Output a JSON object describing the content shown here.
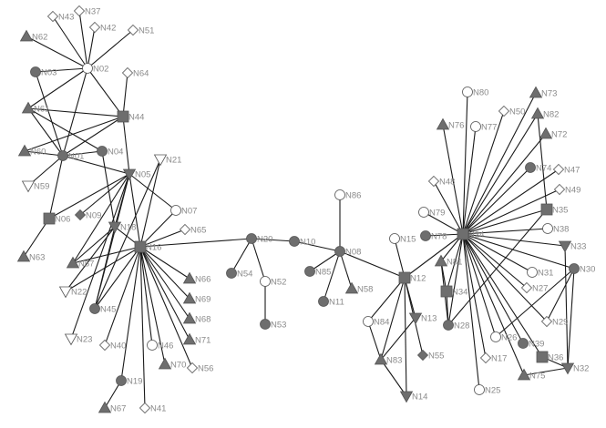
{
  "colors": {
    "filled": "#6e6e6e",
    "open": "#ffffff",
    "stroke": "#555555",
    "edge": "#1a1a1a",
    "label": "#8a8a8a"
  },
  "nodes": [
    {
      "id": "N43",
      "shape": "diamond",
      "filled": false
    },
    {
      "id": "N37",
      "shape": "diamond",
      "filled": false
    },
    {
      "id": "N42",
      "shape": "diamond",
      "filled": false
    },
    {
      "id": "N51",
      "shape": "diamond",
      "filled": false
    },
    {
      "id": "N62",
      "shape": "triangle",
      "filled": true
    },
    {
      "id": "N02",
      "shape": "circle",
      "filled": false
    },
    {
      "id": "N03",
      "shape": "circle",
      "filled": true
    },
    {
      "id": "N64",
      "shape": "diamond",
      "filled": false
    },
    {
      "id": "N61",
      "shape": "triangle",
      "filled": true
    },
    {
      "id": "N44",
      "shape": "square",
      "filled": true
    },
    {
      "id": "N60",
      "shape": "triangle",
      "filled": true
    },
    {
      "id": "N01",
      "shape": "circle",
      "filled": true
    },
    {
      "id": "N04",
      "shape": "circle",
      "filled": true
    },
    {
      "id": "N21",
      "shape": "triangle-down",
      "filled": false
    },
    {
      "id": "N05",
      "shape": "triangle-down",
      "filled": true
    },
    {
      "id": "N59",
      "shape": "triangle-down",
      "filled": false
    },
    {
      "id": "N07",
      "shape": "circle",
      "filled": false
    },
    {
      "id": "N06",
      "shape": "square",
      "filled": true
    },
    {
      "id": "N09",
      "shape": "diamond",
      "filled": true
    },
    {
      "id": "N18",
      "shape": "triangle-down",
      "filled": true
    },
    {
      "id": "N65",
      "shape": "diamond",
      "filled": false
    },
    {
      "id": "N16",
      "shape": "square",
      "filled": true
    },
    {
      "id": "N63",
      "shape": "triangle",
      "filled": true
    },
    {
      "id": "N57",
      "shape": "triangle",
      "filled": true
    },
    {
      "id": "N66",
      "shape": "triangle",
      "filled": true
    },
    {
      "id": "N22",
      "shape": "triangle-down",
      "filled": false
    },
    {
      "id": "N69",
      "shape": "triangle",
      "filled": true
    },
    {
      "id": "N45",
      "shape": "circle",
      "filled": true
    },
    {
      "id": "N68",
      "shape": "triangle",
      "filled": true
    },
    {
      "id": "N71",
      "shape": "triangle",
      "filled": true
    },
    {
      "id": "N23",
      "shape": "triangle-down",
      "filled": false
    },
    {
      "id": "N40",
      "shape": "diamond",
      "filled": false
    },
    {
      "id": "N46",
      "shape": "circle",
      "filled": false
    },
    {
      "id": "N70",
      "shape": "triangle",
      "filled": true
    },
    {
      "id": "N56",
      "shape": "diamond",
      "filled": false
    },
    {
      "id": "N19",
      "shape": "circle",
      "filled": true
    },
    {
      "id": "N67",
      "shape": "triangle",
      "filled": true
    },
    {
      "id": "N41",
      "shape": "diamond",
      "filled": false
    },
    {
      "id": "N20",
      "shape": "circle",
      "filled": true
    },
    {
      "id": "N10",
      "shape": "circle",
      "filled": true
    },
    {
      "id": "N54",
      "shape": "circle",
      "filled": true
    },
    {
      "id": "N52",
      "shape": "circle",
      "filled": false
    },
    {
      "id": "N53",
      "shape": "circle",
      "filled": true
    },
    {
      "id": "N86",
      "shape": "circle",
      "filled": false
    },
    {
      "id": "N08",
      "shape": "circle",
      "filled": true
    },
    {
      "id": "N85",
      "shape": "circle",
      "filled": true
    },
    {
      "id": "N58",
      "shape": "triangle",
      "filled": true
    },
    {
      "id": "N11",
      "shape": "circle",
      "filled": true
    },
    {
      "id": "N15",
      "shape": "circle",
      "filled": false
    },
    {
      "id": "N12",
      "shape": "square",
      "filled": true
    },
    {
      "id": "N84",
      "shape": "circle",
      "filled": false
    },
    {
      "id": "N13",
      "shape": "triangle-down",
      "filled": true
    },
    {
      "id": "N83",
      "shape": "triangle",
      "filled": true
    },
    {
      "id": "N55",
      "shape": "diamond",
      "filled": true
    },
    {
      "id": "N14",
      "shape": "triangle-down",
      "filled": true
    },
    {
      "id": "N80",
      "shape": "circle",
      "filled": false
    },
    {
      "id": "N73",
      "shape": "triangle",
      "filled": true
    },
    {
      "id": "N50",
      "shape": "diamond",
      "filled": false
    },
    {
      "id": "N82",
      "shape": "triangle",
      "filled": true
    },
    {
      "id": "N76",
      "shape": "triangle",
      "filled": true
    },
    {
      "id": "N77",
      "shape": "circle",
      "filled": false
    },
    {
      "id": "N72",
      "shape": "triangle",
      "filled": true
    },
    {
      "id": "N74",
      "shape": "circle",
      "filled": true
    },
    {
      "id": "N47",
      "shape": "diamond",
      "filled": false
    },
    {
      "id": "N48",
      "shape": "diamond",
      "filled": false
    },
    {
      "id": "N49",
      "shape": "diamond",
      "filled": false
    },
    {
      "id": "N79",
      "shape": "circle",
      "filled": false
    },
    {
      "id": "N35",
      "shape": "square",
      "filled": true
    },
    {
      "id": "N24",
      "shape": "square",
      "filled": true
    },
    {
      "id": "N78",
      "shape": "circle",
      "filled": true
    },
    {
      "id": "N38",
      "shape": "circle",
      "filled": false
    },
    {
      "id": "N33",
      "shape": "triangle-down",
      "filled": true
    },
    {
      "id": "N81",
      "shape": "triangle",
      "filled": true
    },
    {
      "id": "N30",
      "shape": "circle",
      "filled": true
    },
    {
      "id": "N31",
      "shape": "circle",
      "filled": false
    },
    {
      "id": "N34",
      "shape": "square",
      "filled": true
    },
    {
      "id": "N27",
      "shape": "diamond",
      "filled": false
    },
    {
      "id": "N28",
      "shape": "circle",
      "filled": true
    },
    {
      "id": "N29",
      "shape": "diamond",
      "filled": false
    },
    {
      "id": "N26",
      "shape": "circle",
      "filled": false
    },
    {
      "id": "N39",
      "shape": "circle",
      "filled": true
    },
    {
      "id": "N36",
      "shape": "square",
      "filled": true
    },
    {
      "id": "N17",
      "shape": "diamond",
      "filled": false
    },
    {
      "id": "N32",
      "shape": "triangle-down",
      "filled": true
    },
    {
      "id": "N75",
      "shape": "triangle",
      "filled": true
    },
    {
      "id": "N25",
      "shape": "circle",
      "filled": false
    }
  ],
  "edges": [
    [
      "N02",
      "N43"
    ],
    [
      "N02",
      "N37"
    ],
    [
      "N02",
      "N42"
    ],
    [
      "N02",
      "N51"
    ],
    [
      "N02",
      "N62"
    ],
    [
      "N02",
      "N03"
    ],
    [
      "N02",
      "N61"
    ],
    [
      "N02",
      "N01"
    ],
    [
      "N02",
      "N44"
    ],
    [
      "N44",
      "N64"
    ],
    [
      "N44",
      "N61"
    ],
    [
      "N44",
      "N60"
    ],
    [
      "N44",
      "N01"
    ],
    [
      "N44",
      "N05"
    ],
    [
      "N01",
      "N61"
    ],
    [
      "N01",
      "N03"
    ],
    [
      "N01",
      "N04"
    ],
    [
      "N01",
      "N59"
    ],
    [
      "N01",
      "N06"
    ],
    [
      "N01",
      "N05"
    ],
    [
      "N01",
      "N60"
    ],
    [
      "N61",
      "N04"
    ],
    [
      "N04",
      "N18"
    ],
    [
      "N05",
      "N06"
    ],
    [
      "N05",
      "N09"
    ],
    [
      "N05",
      "N18"
    ],
    [
      "N05",
      "N57"
    ],
    [
      "N05",
      "N45"
    ],
    [
      "N05",
      "N07"
    ],
    [
      "N05",
      "N16"
    ],
    [
      "N05",
      "N23"
    ],
    [
      "N21",
      "N16"
    ],
    [
      "N21",
      "N45"
    ],
    [
      "N18",
      "N57"
    ],
    [
      "N18",
      "N16"
    ],
    [
      "N18",
      "N45"
    ],
    [
      "N18",
      "N22"
    ],
    [
      "N16",
      "N07"
    ],
    [
      "N16",
      "N65"
    ],
    [
      "N16",
      "N20"
    ],
    [
      "N16",
      "N57"
    ],
    [
      "N16",
      "N22"
    ],
    [
      "N16",
      "N66"
    ],
    [
      "N16",
      "N69"
    ],
    [
      "N16",
      "N68"
    ],
    [
      "N16",
      "N71"
    ],
    [
      "N16",
      "N56"
    ],
    [
      "N16",
      "N70"
    ],
    [
      "N16",
      "N46"
    ],
    [
      "N16",
      "N41"
    ],
    [
      "N16",
      "N19"
    ],
    [
      "N16",
      "N40"
    ],
    [
      "N16",
      "N45"
    ],
    [
      "N19",
      "N67"
    ],
    [
      "N06",
      "N63"
    ],
    [
      "N20",
      "N10"
    ],
    [
      "N20",
      "N54"
    ],
    [
      "N20",
      "N52"
    ],
    [
      "N52",
      "N53"
    ],
    [
      "N10",
      "N08"
    ],
    [
      "N08",
      "N86"
    ],
    [
      "N08",
      "N85"
    ],
    [
      "N08",
      "N11"
    ],
    [
      "N08",
      "N58"
    ],
    [
      "N08",
      "N12"
    ],
    [
      "N12",
      "N15"
    ],
    [
      "N12",
      "N24"
    ],
    [
      "N12",
      "N84"
    ],
    [
      "N12",
      "N83"
    ],
    [
      "N12",
      "N13"
    ],
    [
      "N12",
      "N55"
    ],
    [
      "N12",
      "N14"
    ],
    [
      "N84",
      "N83"
    ],
    [
      "N13",
      "N83"
    ],
    [
      "N83",
      "N14"
    ],
    [
      "N24",
      "N80"
    ],
    [
      "N24",
      "N76"
    ],
    [
      "N24",
      "N77"
    ],
    [
      "N24",
      "N50"
    ],
    [
      "N24",
      "N73"
    ],
    [
      "N24",
      "N82"
    ],
    [
      "N24",
      "N72"
    ],
    [
      "N24",
      "N74"
    ],
    [
      "N24",
      "N47"
    ],
    [
      "N24",
      "N48"
    ],
    [
      "N24",
      "N49"
    ],
    [
      "N24",
      "N79"
    ],
    [
      "N24",
      "N35"
    ],
    [
      "N24",
      "N78"
    ],
    [
      "N24",
      "N38"
    ],
    [
      "N24",
      "N33"
    ],
    [
      "N24",
      "N30"
    ],
    [
      "N24",
      "N31"
    ],
    [
      "N24",
      "N27"
    ],
    [
      "N24",
      "N29"
    ],
    [
      "N24",
      "N36"
    ],
    [
      "N24",
      "N39"
    ],
    [
      "N24",
      "N26"
    ],
    [
      "N24",
      "N75"
    ],
    [
      "N24",
      "N17"
    ],
    [
      "N24",
      "N25"
    ],
    [
      "N24",
      "N81"
    ],
    [
      "N24",
      "N34"
    ],
    [
      "N24",
      "N28"
    ],
    [
      "N82",
      "N35"
    ],
    [
      "N35",
      "N28"
    ],
    [
      "N81",
      "N34"
    ],
    [
      "N81",
      "N28"
    ],
    [
      "N34",
      "N28"
    ],
    [
      "N30",
      "N26"
    ],
    [
      "N30",
      "N29"
    ],
    [
      "N30",
      "N32"
    ],
    [
      "N33",
      "N32"
    ],
    [
      "N75",
      "N32"
    ],
    [
      "N36",
      "N32"
    ]
  ]
}
